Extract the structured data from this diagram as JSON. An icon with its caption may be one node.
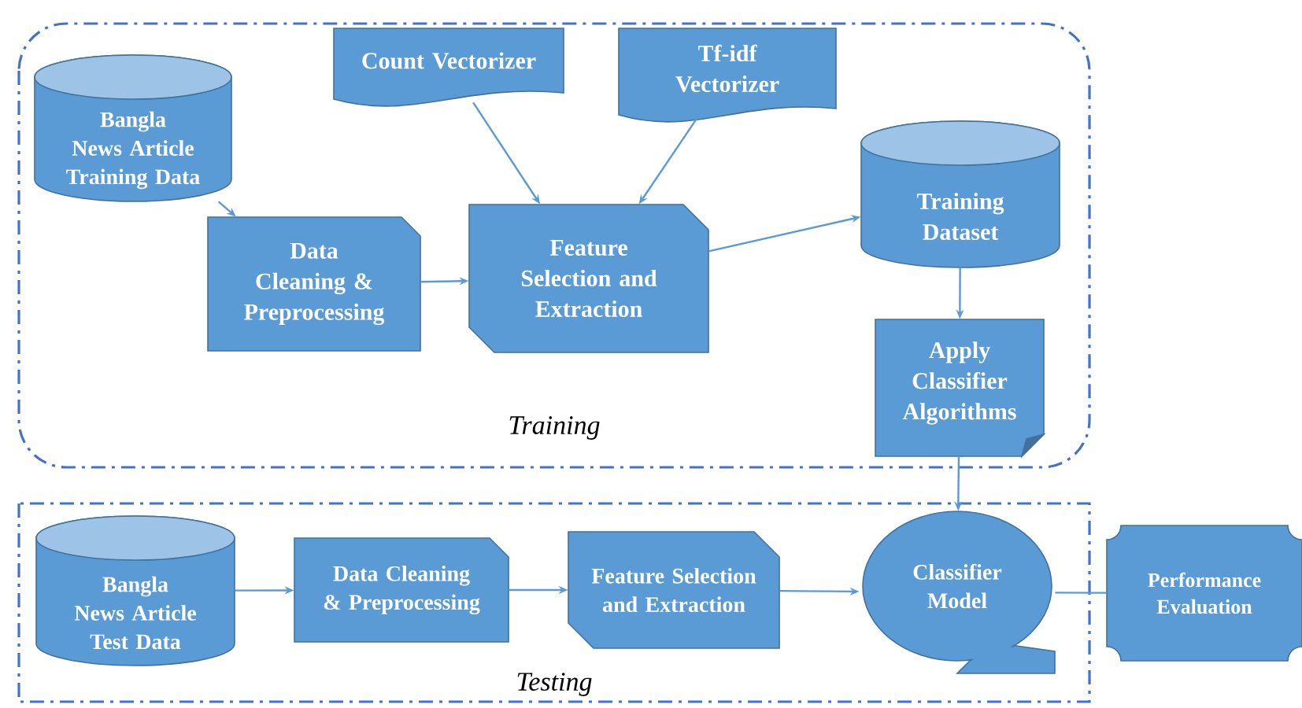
{
  "diagram": {
    "nodes": [
      {
        "text": [
          "Training"
        ]
      },
      {
        "text": [
          "Bangla News Article Training Data"
        ],
        "in": 0
      },
      {
        "text": [
          "Count Vectorizer"
        ],
        "in": 0
      },
      {
        "text": [
          "Tf-idf Vectorizer"
        ],
        "in": 0
      },
      {
        "text": [
          "Data Cleaning & Preprocessing"
        ],
        "in": 0
      },
      {
        "text": [
          "Feature Selection and Extraction"
        ],
        "in": 0
      },
      {
        "text": [
          "Training Dataset"
        ],
        "in": 0
      },
      {
        "text": [
          "Apply Classifier Algorithms"
        ],
        "in": 0
      },
      {
        "text": [
          "Testing"
        ]
      },
      {
        "text": [
          "Bangla News Article Test Data"
        ],
        "in": 8
      },
      {
        "text": [
          "Data Cleaning & Preprocessing"
        ],
        "in": 8
      },
      {
        "text": [
          "Feature Selection and Extraction"
        ],
        "in": 8
      },
      {
        "text": [
          "Classifier Model"
        ],
        "in": 8
      },
      {
        "text": [
          "Performance Evaluation"
        ]
      }
    ],
    "edges": [
      {
        "from": 1,
        "to": 4,
        "arrow": "to"
      },
      {
        "from": 2,
        "to": 5,
        "arrow": "to"
      },
      {
        "from": 3,
        "to": 5,
        "arrow": "to"
      },
      {
        "from": 4,
        "to": 5,
        "arrow": "to"
      },
      {
        "from": 5,
        "to": 6,
        "arrow": "to"
      },
      {
        "from": 6,
        "to": 7,
        "arrow": "to"
      },
      {
        "from": 7,
        "to": 12,
        "arrow": "to"
      },
      {
        "from": 9,
        "to": 10,
        "arrow": "to"
      },
      {
        "from": 10,
        "to": 11,
        "arrow": "to"
      },
      {
        "from": 11,
        "to": 12,
        "arrow": "to"
      },
      {
        "from": 12,
        "to": 13,
        "arrow": "none"
      }
    ]
  }
}
